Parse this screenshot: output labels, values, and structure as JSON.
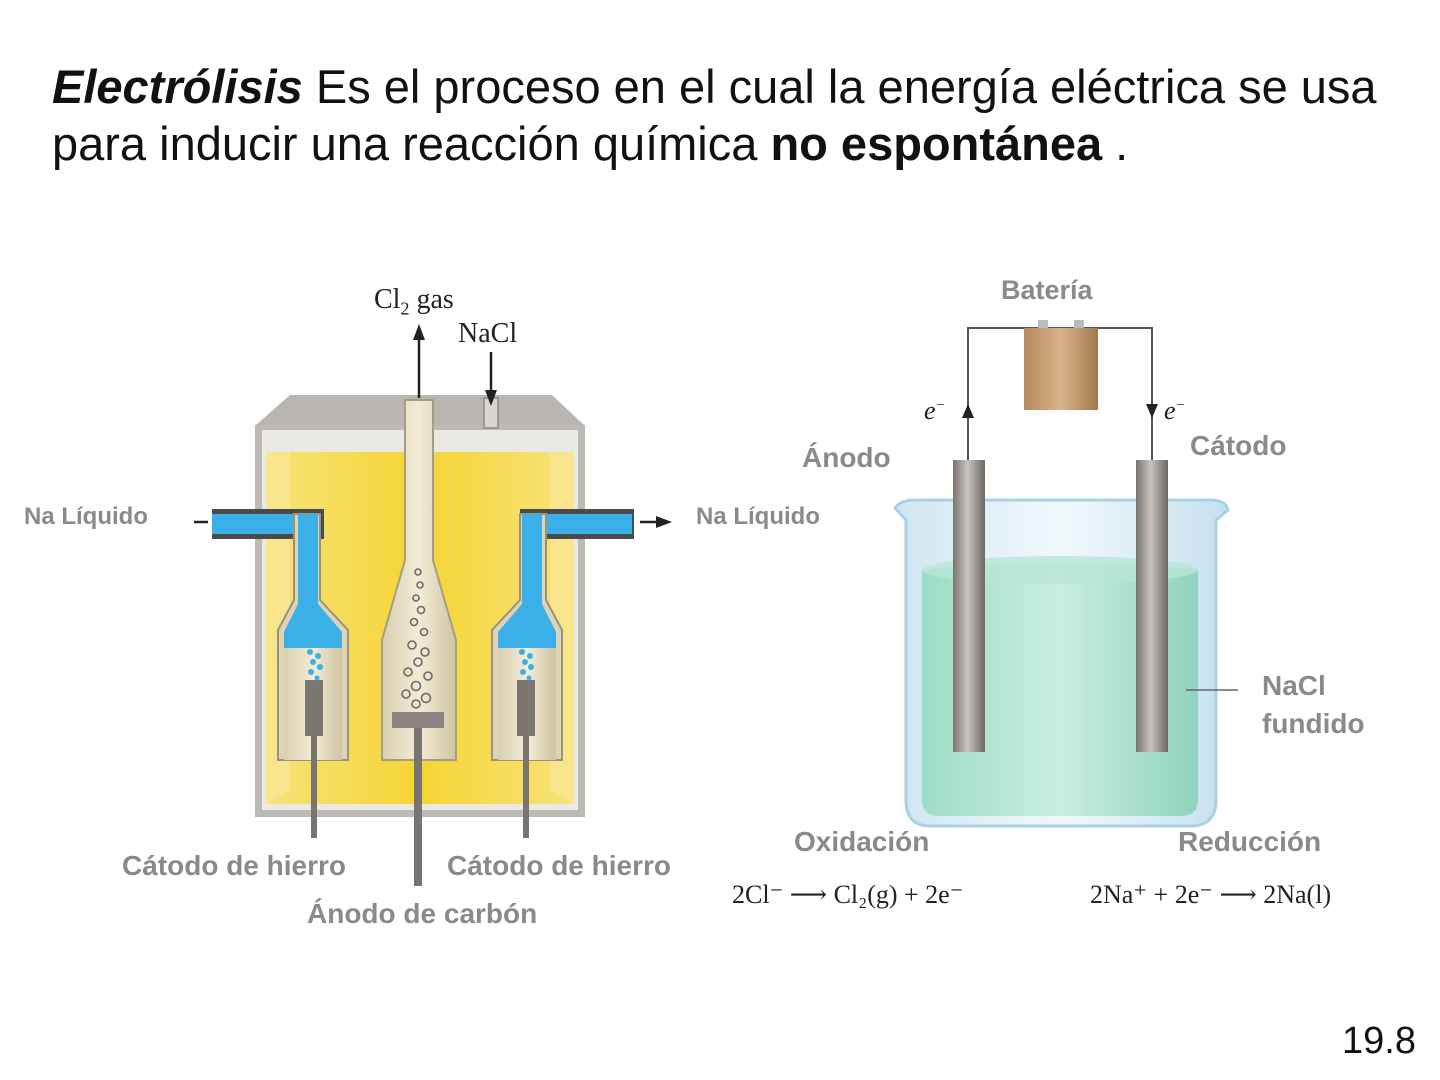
{
  "slide": {
    "title_term": "Electrólisis",
    "title_text": " Es el proceso en el cual la energía eléctrica se usa para inducir una reacción química ",
    "title_emphasis": "no espontánea",
    "title_end": " .",
    "slide_number": "19.8"
  },
  "left_diagram": {
    "cl2_gas_label": "Cl",
    "cl2_subscript": "2",
    "cl2_gas_word": " gas",
    "nacl_label": "NaCl",
    "na_liquid_left": "Na Líquido",
    "na_liquid_right": "Na Líquido",
    "cathode_left": "Cátodo de hierro",
    "cathode_right": "Cátodo de hierro",
    "anode": "Ánodo de carbón"
  },
  "right_diagram": {
    "battery": "Batería",
    "anode": "Ánodo",
    "cathode": "Cátodo",
    "electron_left": "e",
    "electron_right": "e",
    "electrolyte_line1": "NaCl",
    "electrolyte_line2": "fundido",
    "oxidation": "Oxidación",
    "reduction": "Reducción",
    "oxidation_equation": "2Cl⁻ ⟶ Cl₂(g) + 2e⁻",
    "reduction_equation": "2Na⁺ + 2e⁻ ⟶ 2Na(l)"
  },
  "colors": {
    "molten_salt": "#f7d83a",
    "sodium": "#3bb0e8",
    "electrolyte": "#7fd1b9",
    "label_gray": "#8a8a8a"
  }
}
